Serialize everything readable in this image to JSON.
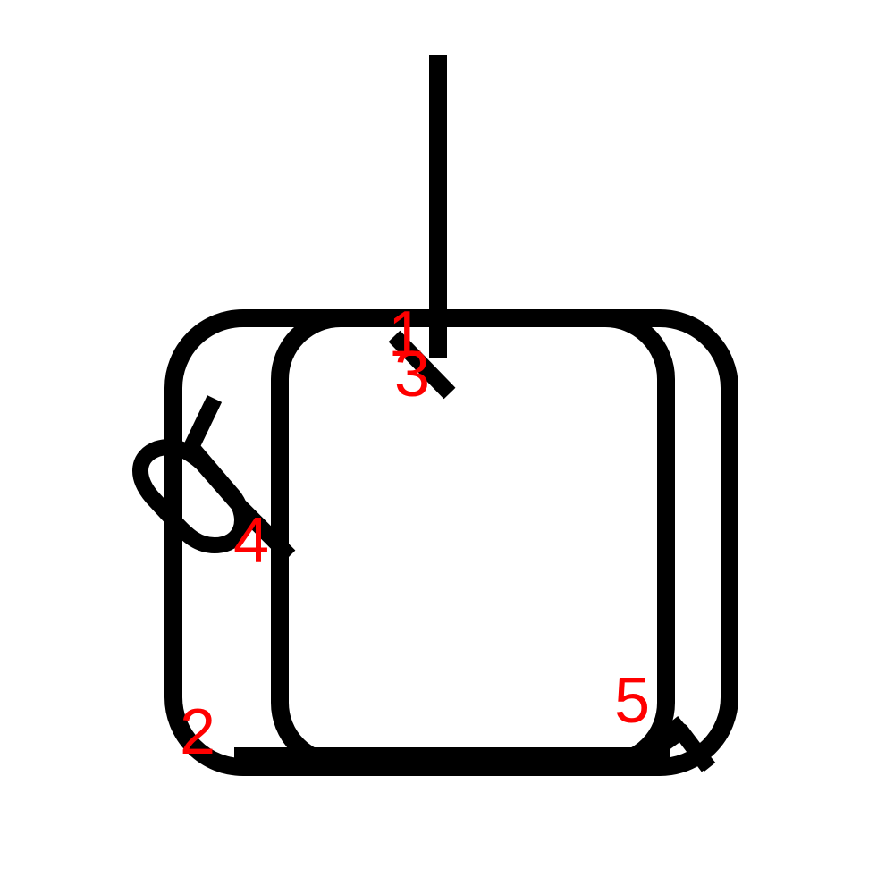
{
  "colors": {
    "stroke": "#000000",
    "label": "#ff0000",
    "background": "#ffffff"
  },
  "labels": {
    "l1": "1",
    "l2": "2",
    "l3": "3",
    "l4": "4",
    "l5": "5"
  }
}
